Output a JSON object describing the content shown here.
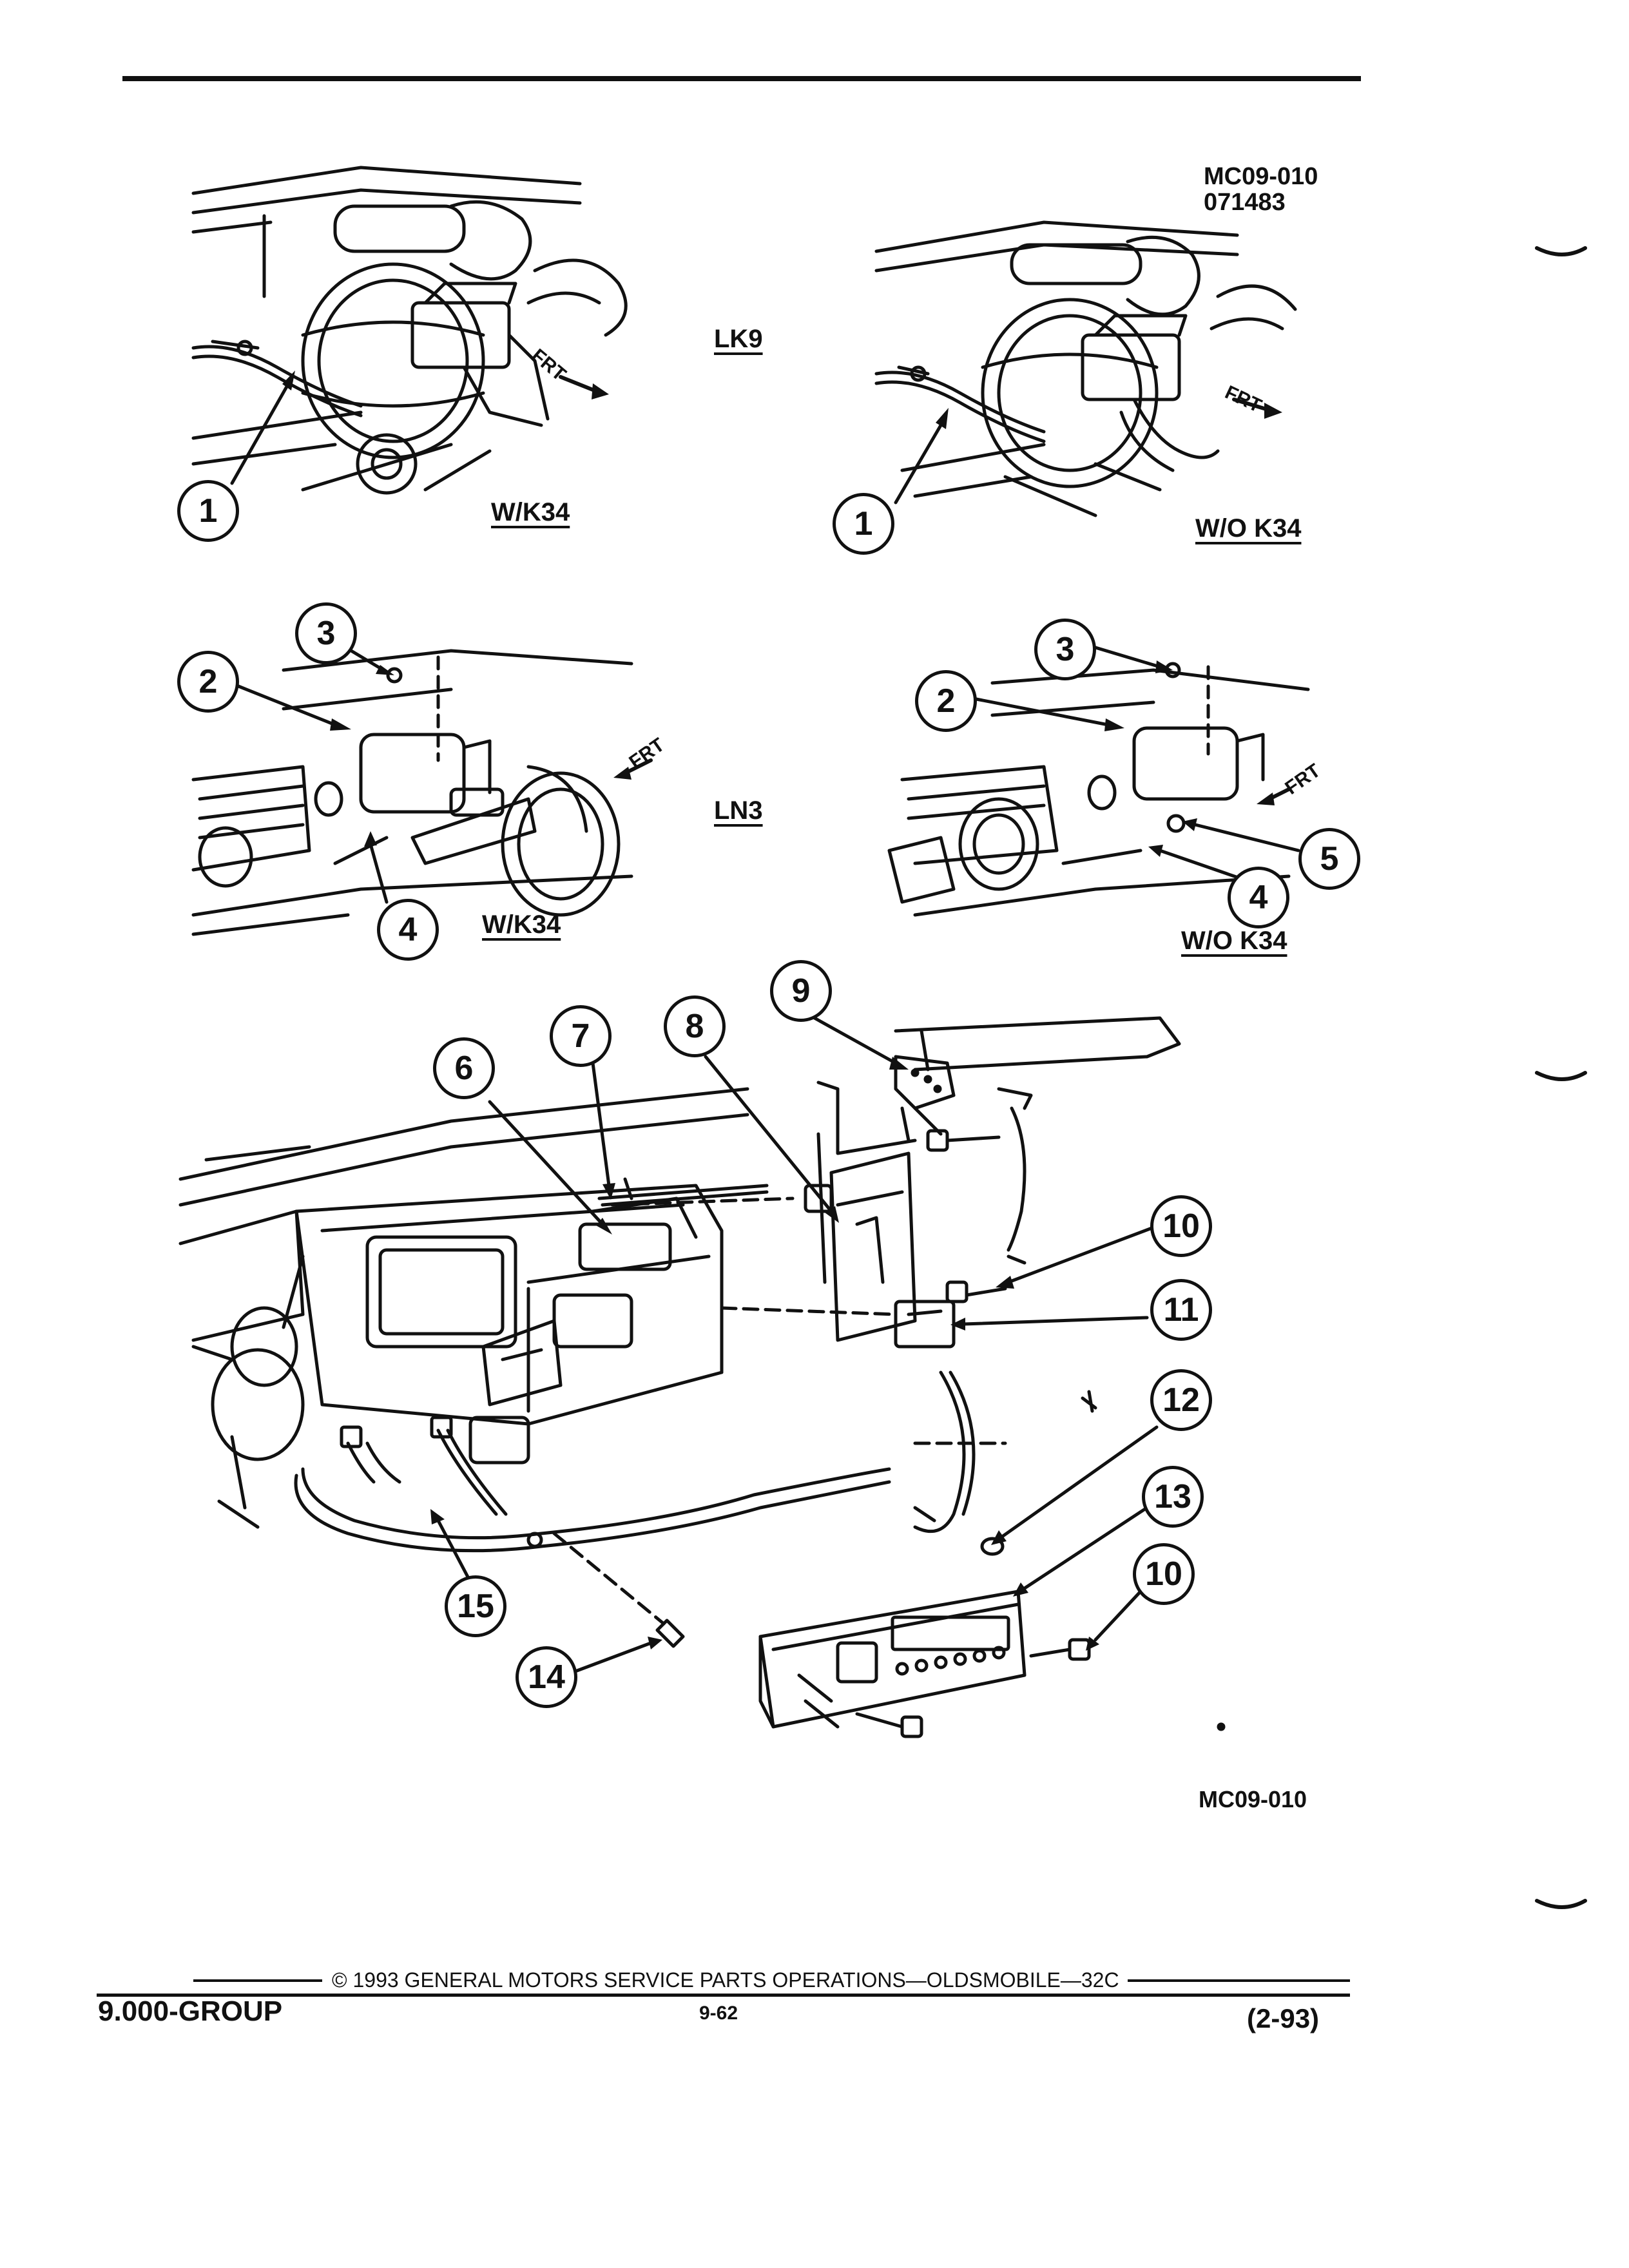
{
  "figure_ids": {
    "top_right_code": "MC09-010",
    "top_right_date": "071483",
    "bottom_code": "MC09-010"
  },
  "section_labels": {
    "lk9": "LK9",
    "ln3": "LN3"
  },
  "option_labels": {
    "top_left": "W/K34",
    "top_right": "W/O K34",
    "mid_left": "W/K34",
    "mid_right": "W/O K34"
  },
  "direction_labels": {
    "frt": "FRT"
  },
  "callouts": {
    "c1_left": "1",
    "c1_right": "1",
    "c2_left": "2",
    "c3_left": "3",
    "c4_left": "4",
    "c2_right": "2",
    "c3_right": "3",
    "c4_right": "4",
    "c5": "5",
    "c6": "6",
    "c7": "7",
    "c8": "8",
    "c9": "9",
    "c10_upper": "10",
    "c11": "11",
    "c12": "12",
    "c13": "13",
    "c10_lower": "10",
    "c14": "14",
    "c15": "15"
  },
  "footer": {
    "group": "9.000-GROUP",
    "copyright": "© 1993  GENERAL MOTORS SERVICE PARTS OPERATIONS—OLDSMOBILE—32C",
    "page": "9-62",
    "date": "(2-93)"
  }
}
